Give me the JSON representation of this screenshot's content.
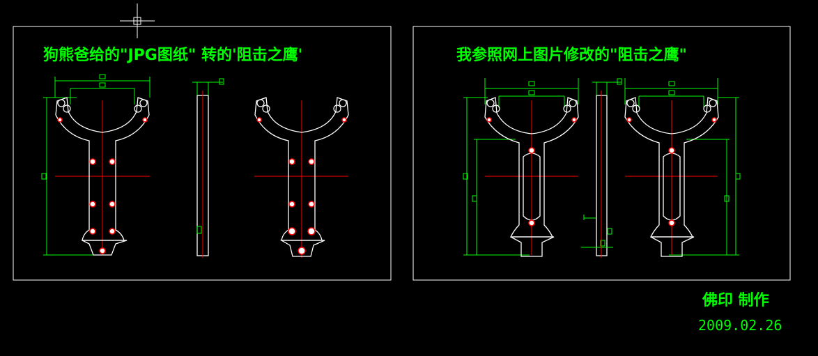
{
  "left_panel": {
    "title": "狗熊爸给的\"JPG图纸\" 转的'阻击之鹰'"
  },
  "right_panel": {
    "title": "我参照网上图片修改的\"阻击之鹰\""
  },
  "footer": {
    "author": "佛印 制作",
    "date": "2009.02.26"
  },
  "colors": {
    "background": "#000000",
    "outline": "#ffffff",
    "dimension": "#00ff00",
    "centerline": "#ff0000",
    "hole": "#ff0000",
    "text": "#00ff00"
  }
}
